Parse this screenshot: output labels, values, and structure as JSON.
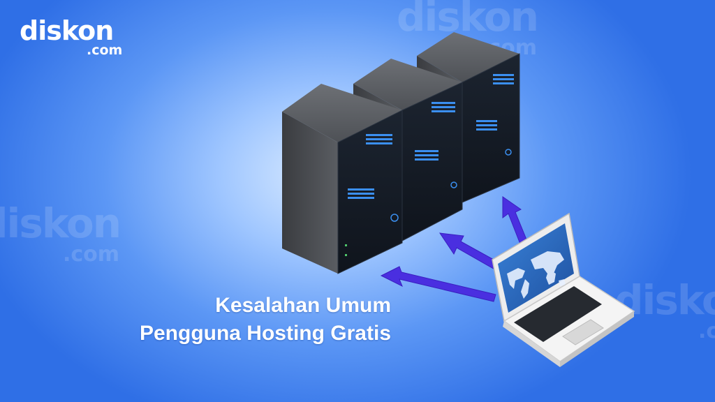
{
  "brand": {
    "name": "diskon",
    "tld": ".com"
  },
  "headline": {
    "line1": "Kesalahan Umum",
    "line2": "Pengguna Hosting Gratis"
  },
  "illustration": {
    "objects": [
      "server-rack-icon",
      "server-rack-icon",
      "server-rack-icon",
      "laptop-icon",
      "world-map-icon",
      "arrow-icon"
    ],
    "colors": {
      "background": "#4a86f0",
      "server": "#4a4d52",
      "arrow": "#4a2fe0",
      "laptop_body": "#f2f2f2",
      "screen": "#2e6fc9"
    }
  }
}
